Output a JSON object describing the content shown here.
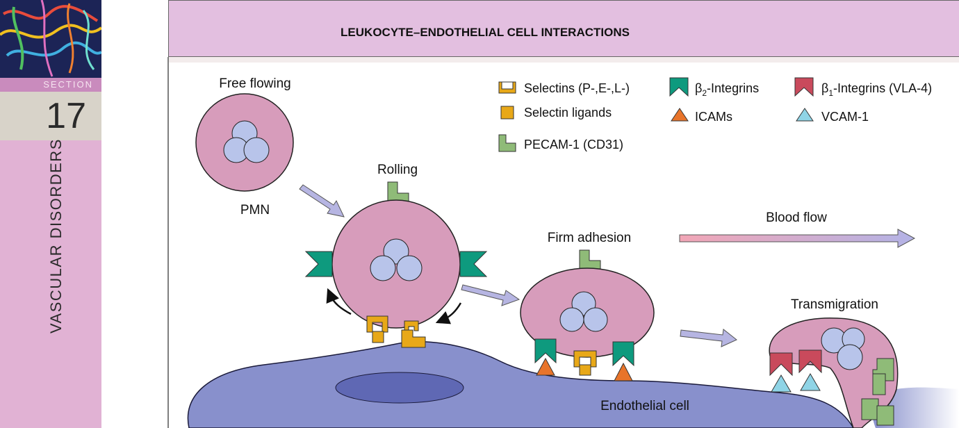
{
  "sidebar": {
    "section_label": "SECTION",
    "section_number": "17",
    "section_title": "VASCULAR DISORDERS"
  },
  "figure": {
    "title": "LEUKOCYTE–ENDOTHELIAL CELL INTERACTIONS",
    "stages": {
      "free_flowing": "Free flowing",
      "pmn": "PMN",
      "rolling": "Rolling",
      "firm_adhesion": "Firm adhesion",
      "transmigration": "Transmigration",
      "blood_flow": "Blood flow",
      "endothelial_cell": "Endothelial cell"
    },
    "legend": {
      "selectins": "Selectins (P-,E-,L-)",
      "selectin_ligands": "Selectin ligands",
      "pecam": "PECAM-1 (CD31)",
      "b2_integrins": "-Integrins",
      "icams": "ICAMs",
      "b1_integrins": "-Integrins (VLA-4)",
      "vcam": "VCAM-1",
      "beta_symbol": "β",
      "sub_2": "2",
      "sub_1": "1"
    },
    "colors": {
      "selectin": "#e8a818",
      "pecam": "#8fbb78",
      "b2_integrin": "#0e9a7e",
      "icam": "#e8742a",
      "b1_integrin": "#c94a5c",
      "vcam": "#8fd4e6",
      "pmn_cell": "#d79cbb",
      "nucleus": "#b8c4ea",
      "endothelial": "#8890cc",
      "arrow": "#b6b5e2"
    }
  }
}
